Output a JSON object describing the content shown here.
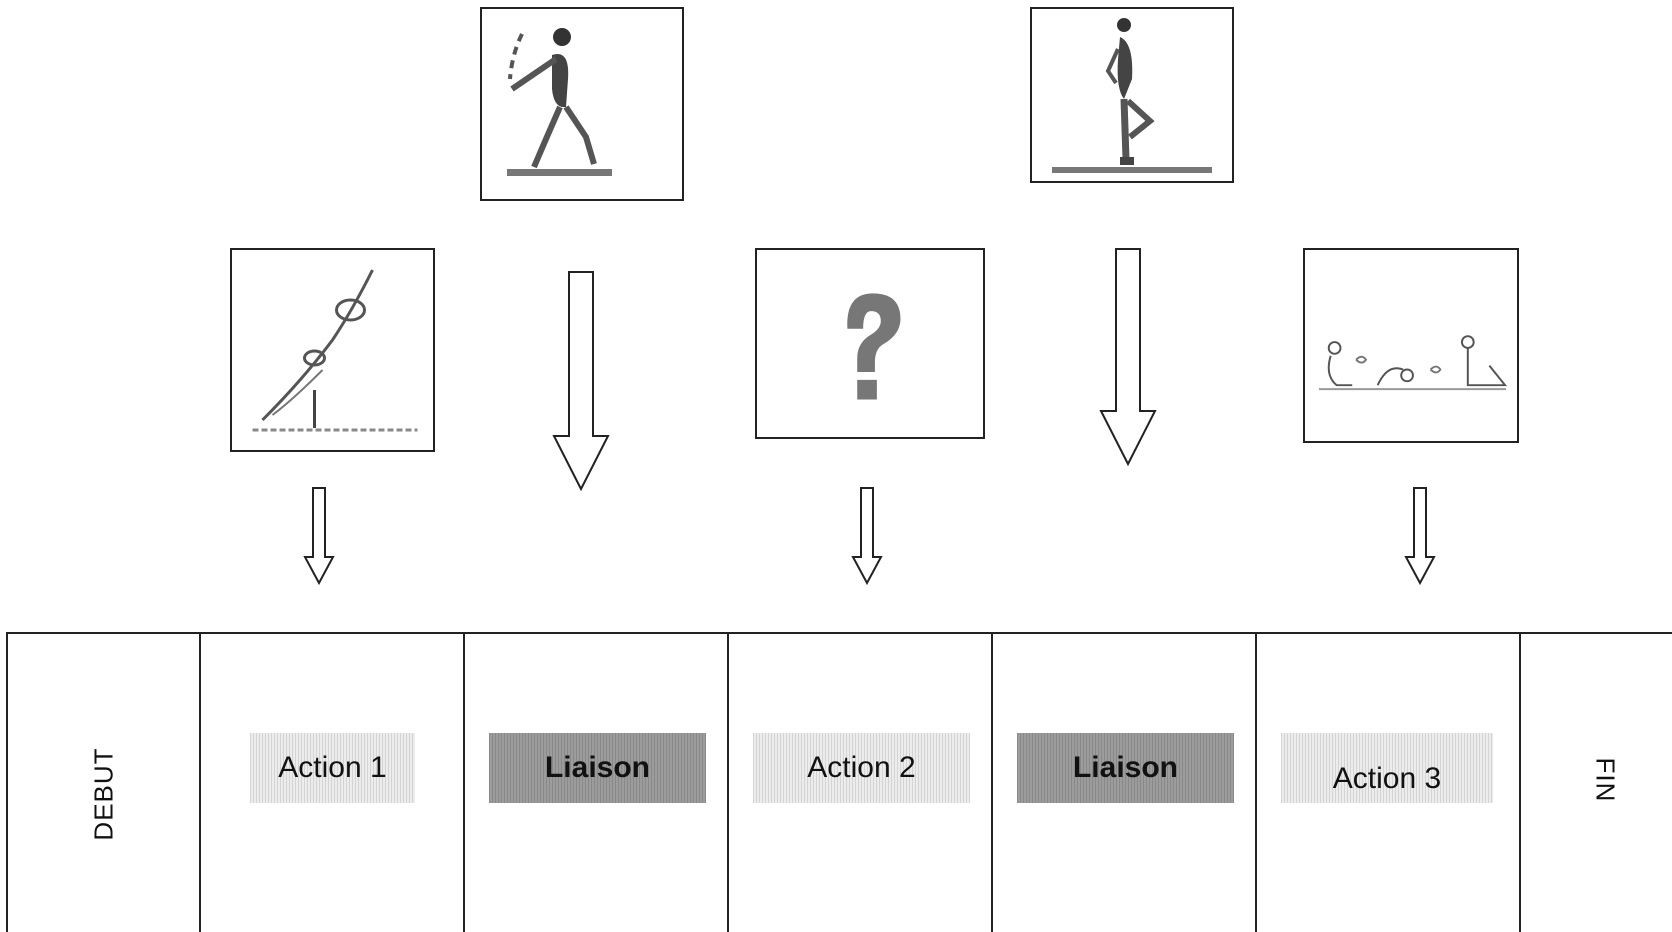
{
  "timeline": {
    "start_label": "DEBUT",
    "end_label": "FIN",
    "steps": [
      {
        "label": "Action 1",
        "kind": "action"
      },
      {
        "label": "Liaison",
        "kind": "liaison"
      },
      {
        "label": "Action 2",
        "kind": "action"
      },
      {
        "label": "Liaison",
        "kind": "liaison"
      },
      {
        "label": "Action 3",
        "kind": "action"
      }
    ]
  },
  "pictograms": [
    {
      "name": "stick-figure-walking-icon",
      "for": "Liaison"
    },
    {
      "name": "stick-figure-balance-icon",
      "for": "Liaison"
    },
    {
      "name": "stick-figure-dive-icon",
      "for": "Action 1"
    },
    {
      "name": "question-mark-icon",
      "for": "Action 2"
    },
    {
      "name": "stick-figure-floor-sequence-icon",
      "for": "Action 3"
    }
  ]
}
